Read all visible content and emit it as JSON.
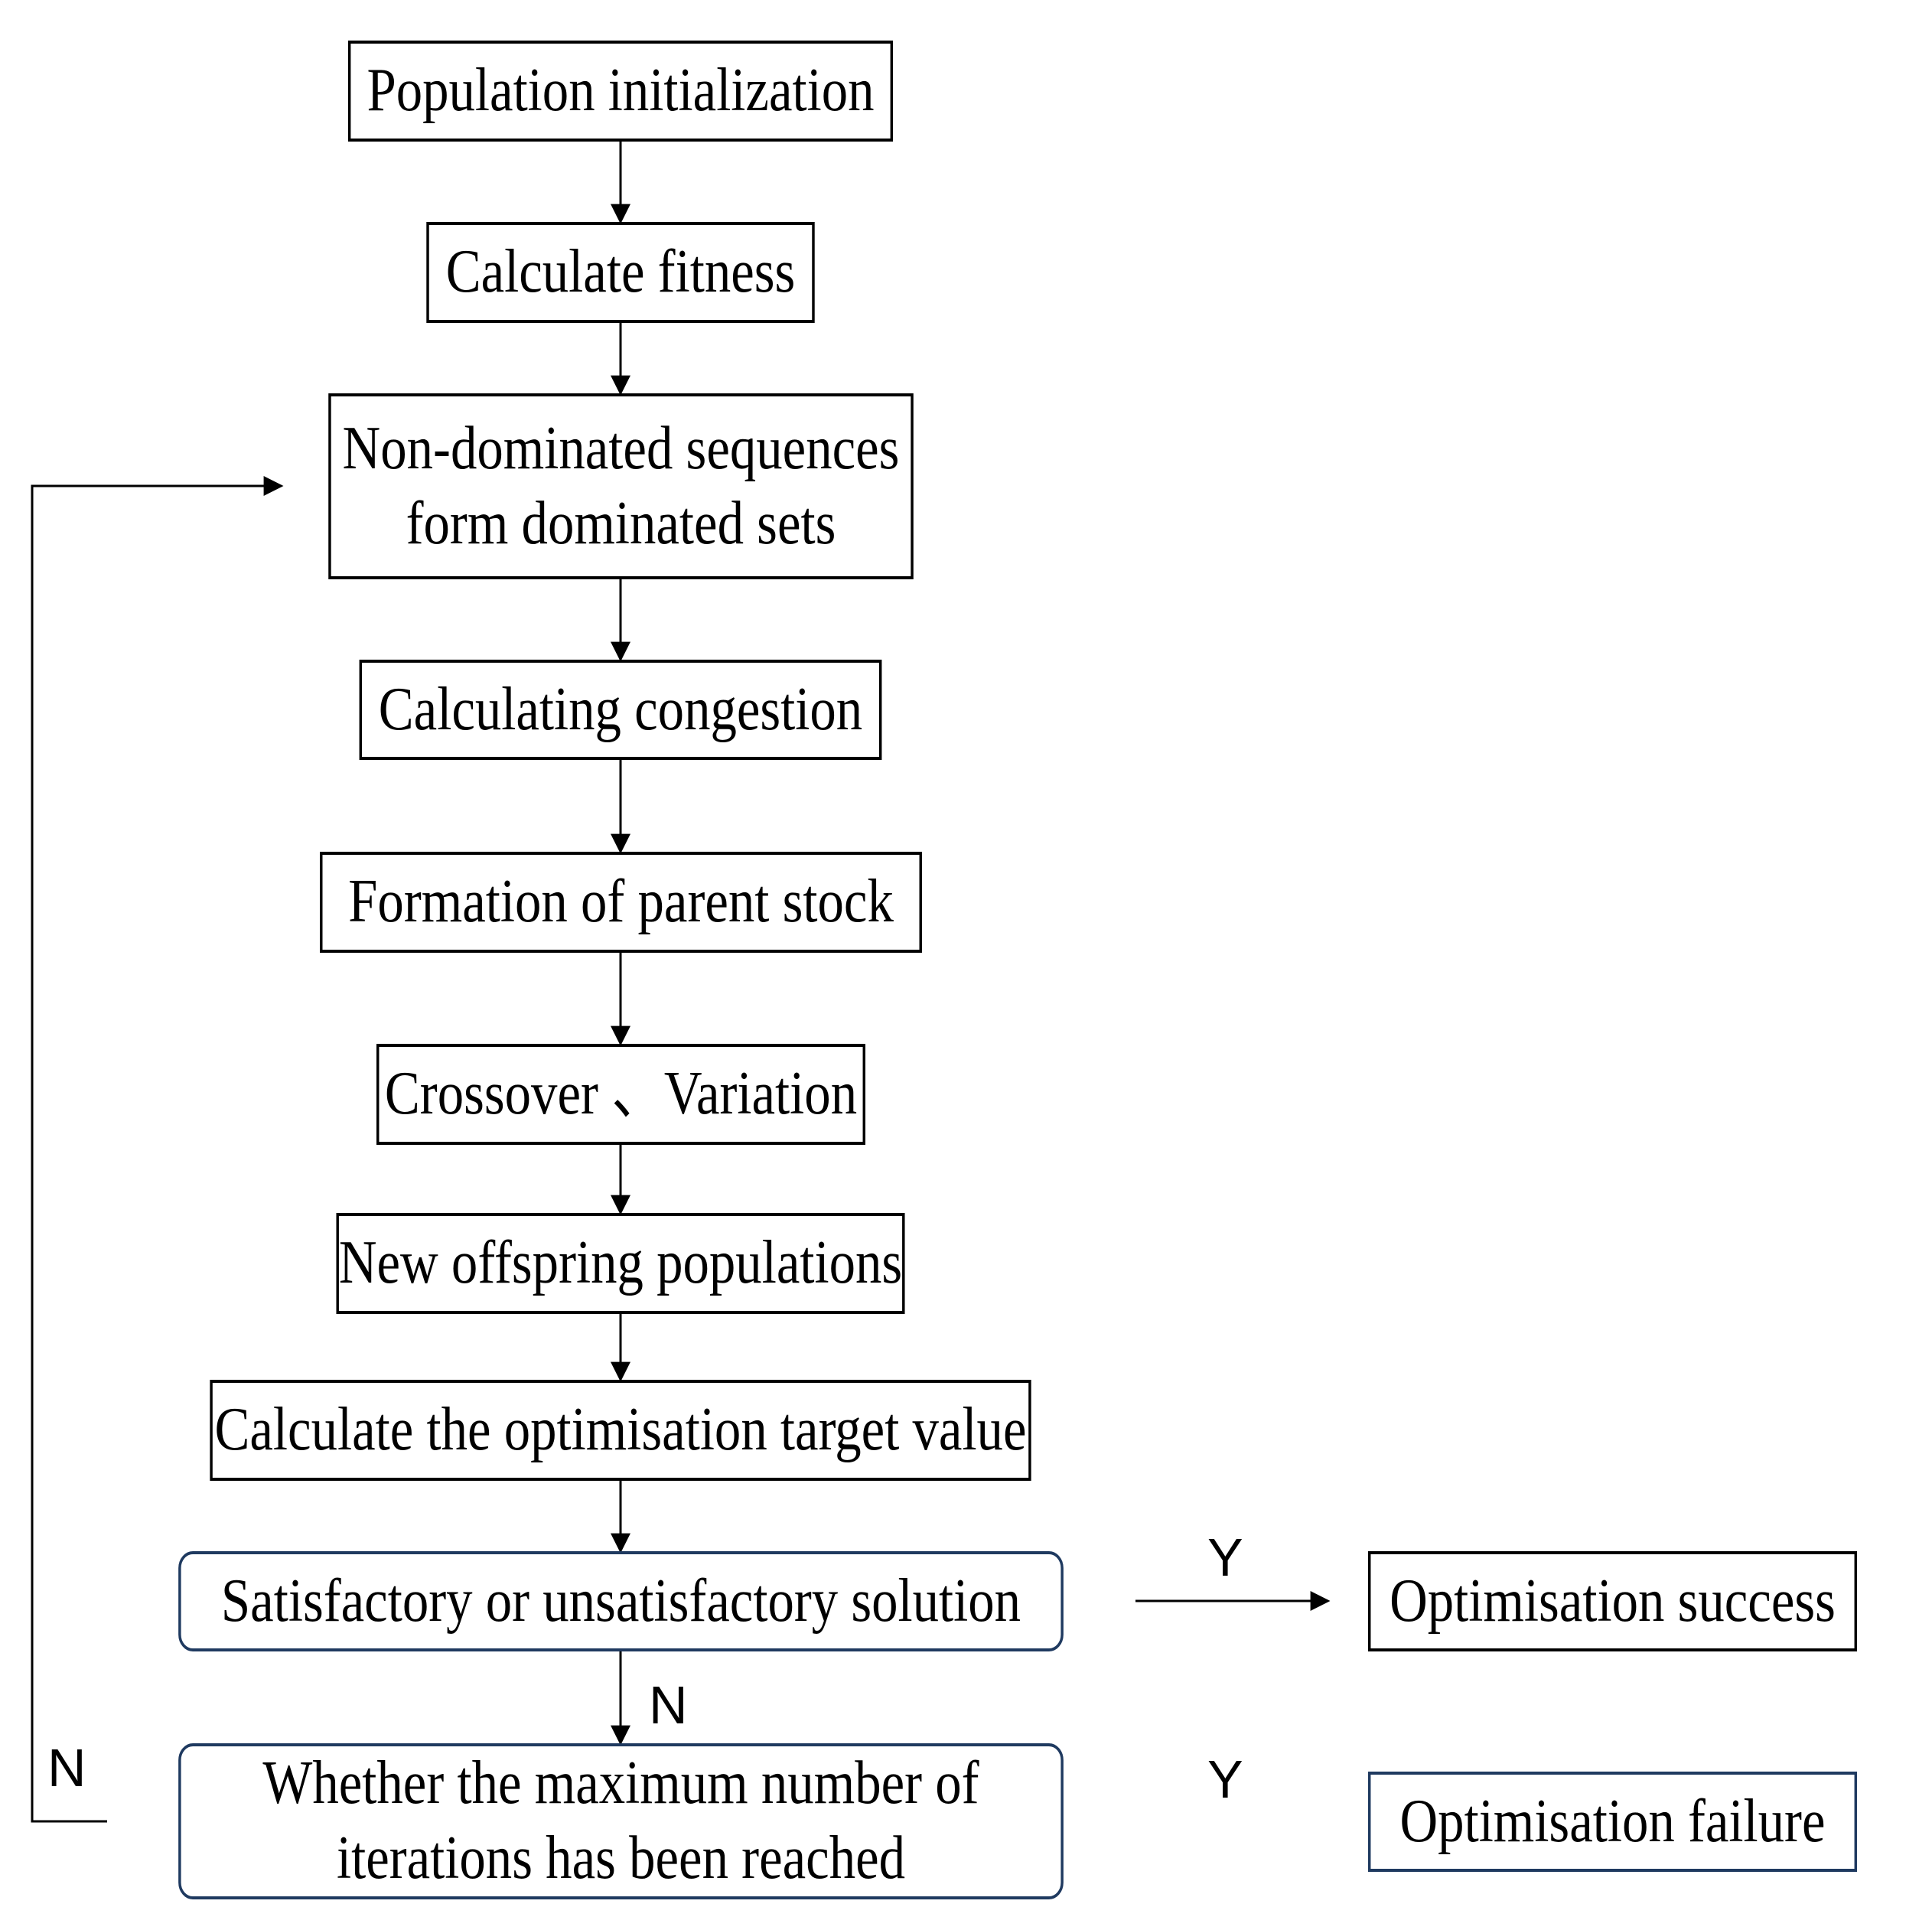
{
  "nodes": {
    "population_init": "Population initialization",
    "calc_fitness": "Calculate fitness",
    "non_dominated_line1": "Non-dominated sequences",
    "non_dominated_line2": "form dominated sets",
    "calc_congestion": "Calculating congestion",
    "parent_stock": "Formation of parent stock",
    "crossover_variation": "Crossover 、Variation",
    "new_offspring": "New offspring populations",
    "calc_target": "Calculate the optimisation target value",
    "satisfactory_check": "Satisfactory or unsatisfactory solution",
    "max_iter_line1": "Whether the maximum number of",
    "max_iter_line2": "iterations has been reached",
    "opt_success": "Optimisation success",
    "opt_failure": "Optimisation failure"
  },
  "edge_labels": {
    "satisfactory_yes": "Y",
    "satisfactory_no": "N",
    "max_iter_yes": "Y",
    "max_iter_no": "N"
  },
  "colors": {
    "box_border": "#000000",
    "decision_border": "#1f3a60"
  }
}
